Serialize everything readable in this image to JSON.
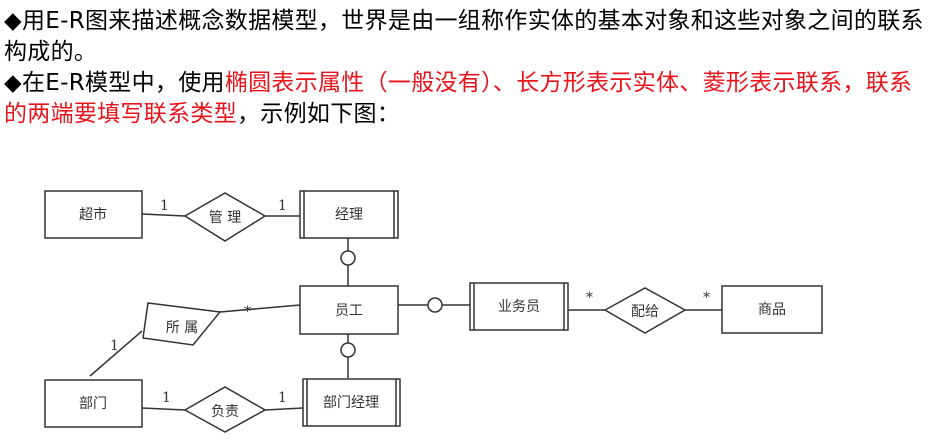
{
  "bullets": [
    {
      "marker": "◆",
      "text": "用E-R图来描述概念数据模型，世界是由一组称作实体的基本对象和这些对象之间的联系构成的。"
    },
    {
      "marker": "◆",
      "prefix": "在E-R模型中，使用",
      "red": "椭圆表示属性（一般没有）、长方形表示实体、菱形表示联系，联系的两端要填写联系类型",
      "suffix": "，示例如下图："
    }
  ],
  "diagram": {
    "entities": {
      "supermarket": "超市",
      "manager": "经理",
      "employee": "员工",
      "salesperson": "业务员",
      "product": "商品",
      "department": "部门",
      "dept_manager": "部门经理"
    },
    "relationships": {
      "manage": "管 理",
      "belong": "所 属",
      "assign": "配给",
      "responsible": "负责"
    },
    "cardinalities": {
      "one": "1",
      "many": "*"
    }
  },
  "colors": {
    "highlight": "#e8141c",
    "line": "#333333"
  }
}
